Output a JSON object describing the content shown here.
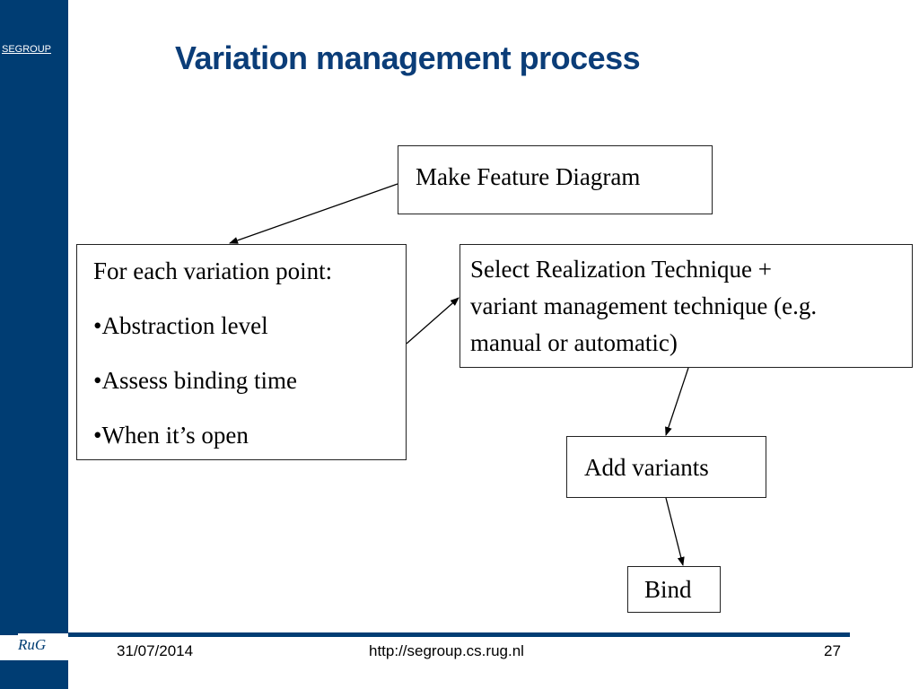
{
  "sidebar": {
    "brand": "SEGROUP",
    "logo": "RuG"
  },
  "slide": {
    "title": "Variation management process"
  },
  "diagram": {
    "make_feature": "Make Feature Diagram",
    "for_each": {
      "heading": "For each variation point:",
      "items": [
        "•Abstraction level",
        "•Assess binding time",
        "•When it’s open"
      ]
    },
    "select": {
      "lines": [
        "Select Realization Technique +",
        "variant management technique (e.g.",
        "manual or automatic)"
      ]
    },
    "add_variants": "Add variants",
    "bind": "Bind"
  },
  "footer": {
    "date": "31/07/2014",
    "url": "http://segroup.cs.rug.nl",
    "page": "27"
  },
  "colors": {
    "sidebar": "#003d73",
    "title": "#0b3d78",
    "footer_rule": "#003d73"
  }
}
